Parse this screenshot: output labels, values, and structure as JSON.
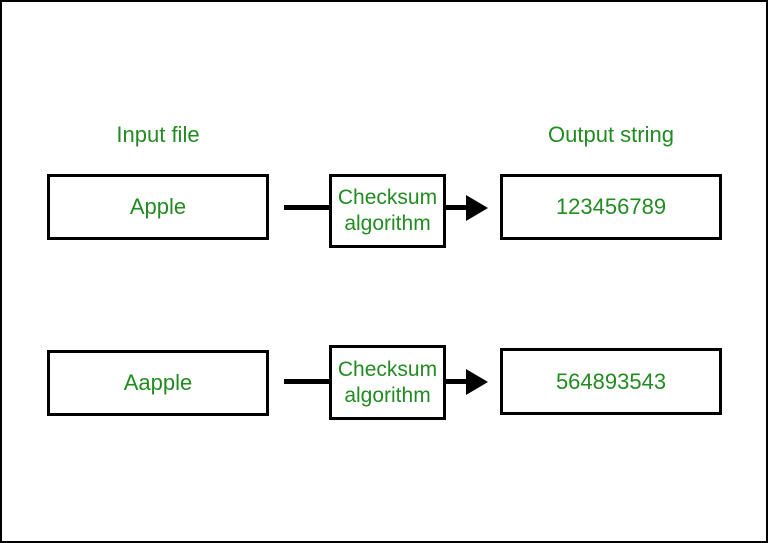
{
  "canvas": {
    "background": "#ffffff",
    "border_color": "#000000",
    "text_color": "#228B22"
  },
  "column_labels": {
    "input": "Input file",
    "output": "Output string"
  },
  "rows": [
    {
      "input": "Apple",
      "process": "Checksum algorithm",
      "output": "123456789"
    },
    {
      "input": "Aapple",
      "process": "Checksum algorithm",
      "output": "564893543"
    }
  ]
}
